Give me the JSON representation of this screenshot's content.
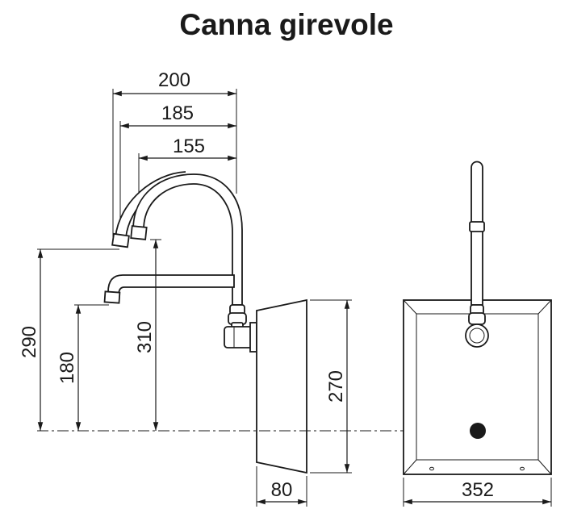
{
  "title": "Canna girevole",
  "dimensions": {
    "d200": "200",
    "d185": "185",
    "d155": "155",
    "d290": "290",
    "d180": "180",
    "d310": "310",
    "d270": "270",
    "d80": "80",
    "d352": "352"
  }
}
